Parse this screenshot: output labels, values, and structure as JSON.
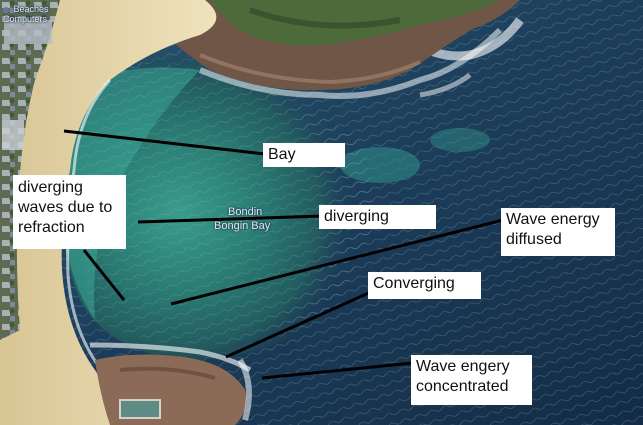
{
  "map": {
    "place_label_1": "Bondin",
    "place_label_2": "Bongin Bay",
    "business_label_1": "Beaches",
    "business_label_2": "Computers",
    "business_icon": "location-pin-icon"
  },
  "annotations": {
    "bay": "Bay",
    "diverging_refraction": [
      "diverging",
      "waves due to",
      "refraction"
    ],
    "diverging": "diverging",
    "wave_energy_diffused": [
      "Wave energy",
      "diffused"
    ],
    "converging": "Converging",
    "wave_energy_concentrated": [
      "Wave engery",
      "concentrated"
    ]
  },
  "colors": {
    "sea_deep": "#1a3450",
    "bay_water": "#2b7f78",
    "sand": "#e8d9ab",
    "rock": "#8b6b57",
    "vegetation": "#4e6a3c",
    "leader_line": "#000000",
    "label_bg": "#ffffff"
  }
}
